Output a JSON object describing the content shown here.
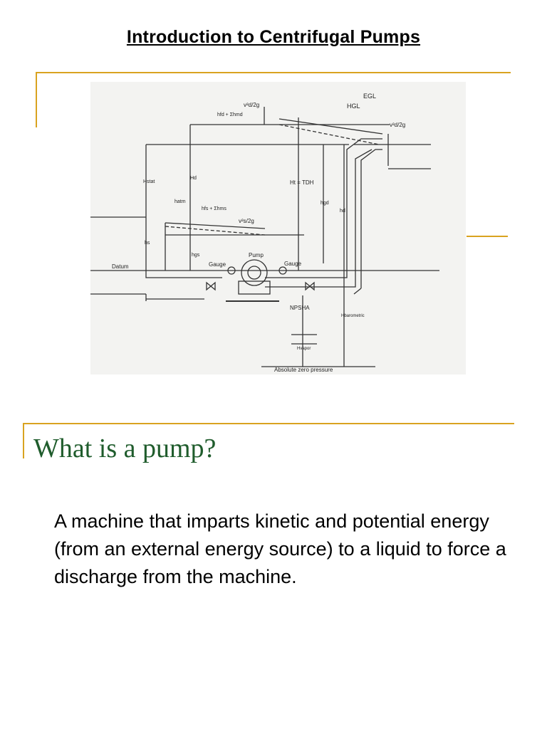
{
  "page": {
    "title": "Introduction to Centrifugal  Pumps"
  },
  "diagram": {
    "labels": {
      "egl": "EGL",
      "hgl": "HGL",
      "vd2g": "v²d/2g",
      "vd2g_right": "v²d/2g",
      "hfd": "hfd + Σhmd",
      "hstat": "Hstat",
      "hd": "Hd",
      "tdh": "Ht = TDH",
      "hgd": "hgd",
      "hd2": "hd",
      "hatm": "hatm",
      "hfs": "hfs + Σhms",
      "vs2g": "v²s/2g",
      "hs": "hs",
      "hgs": "hgs",
      "pump": "Pump",
      "gauge_left": "Gauge",
      "gauge_right": "Gauge",
      "datum": "Datum",
      "npsh": "NPSHA",
      "hbarometric": "Hbarometric",
      "hvapor": "Hvapor",
      "absolute_zero": "Absolute zero pressure"
    }
  },
  "section": {
    "heading": "What is a pump?",
    "body": "A machine that imparts kinetic and potential energy (from an external energy source) to a liquid to force a discharge from the machine."
  },
  "colors": {
    "frame": "#d9a320",
    "heading": "#1f5c2c",
    "diagram_bg": "#f3f3f1"
  }
}
